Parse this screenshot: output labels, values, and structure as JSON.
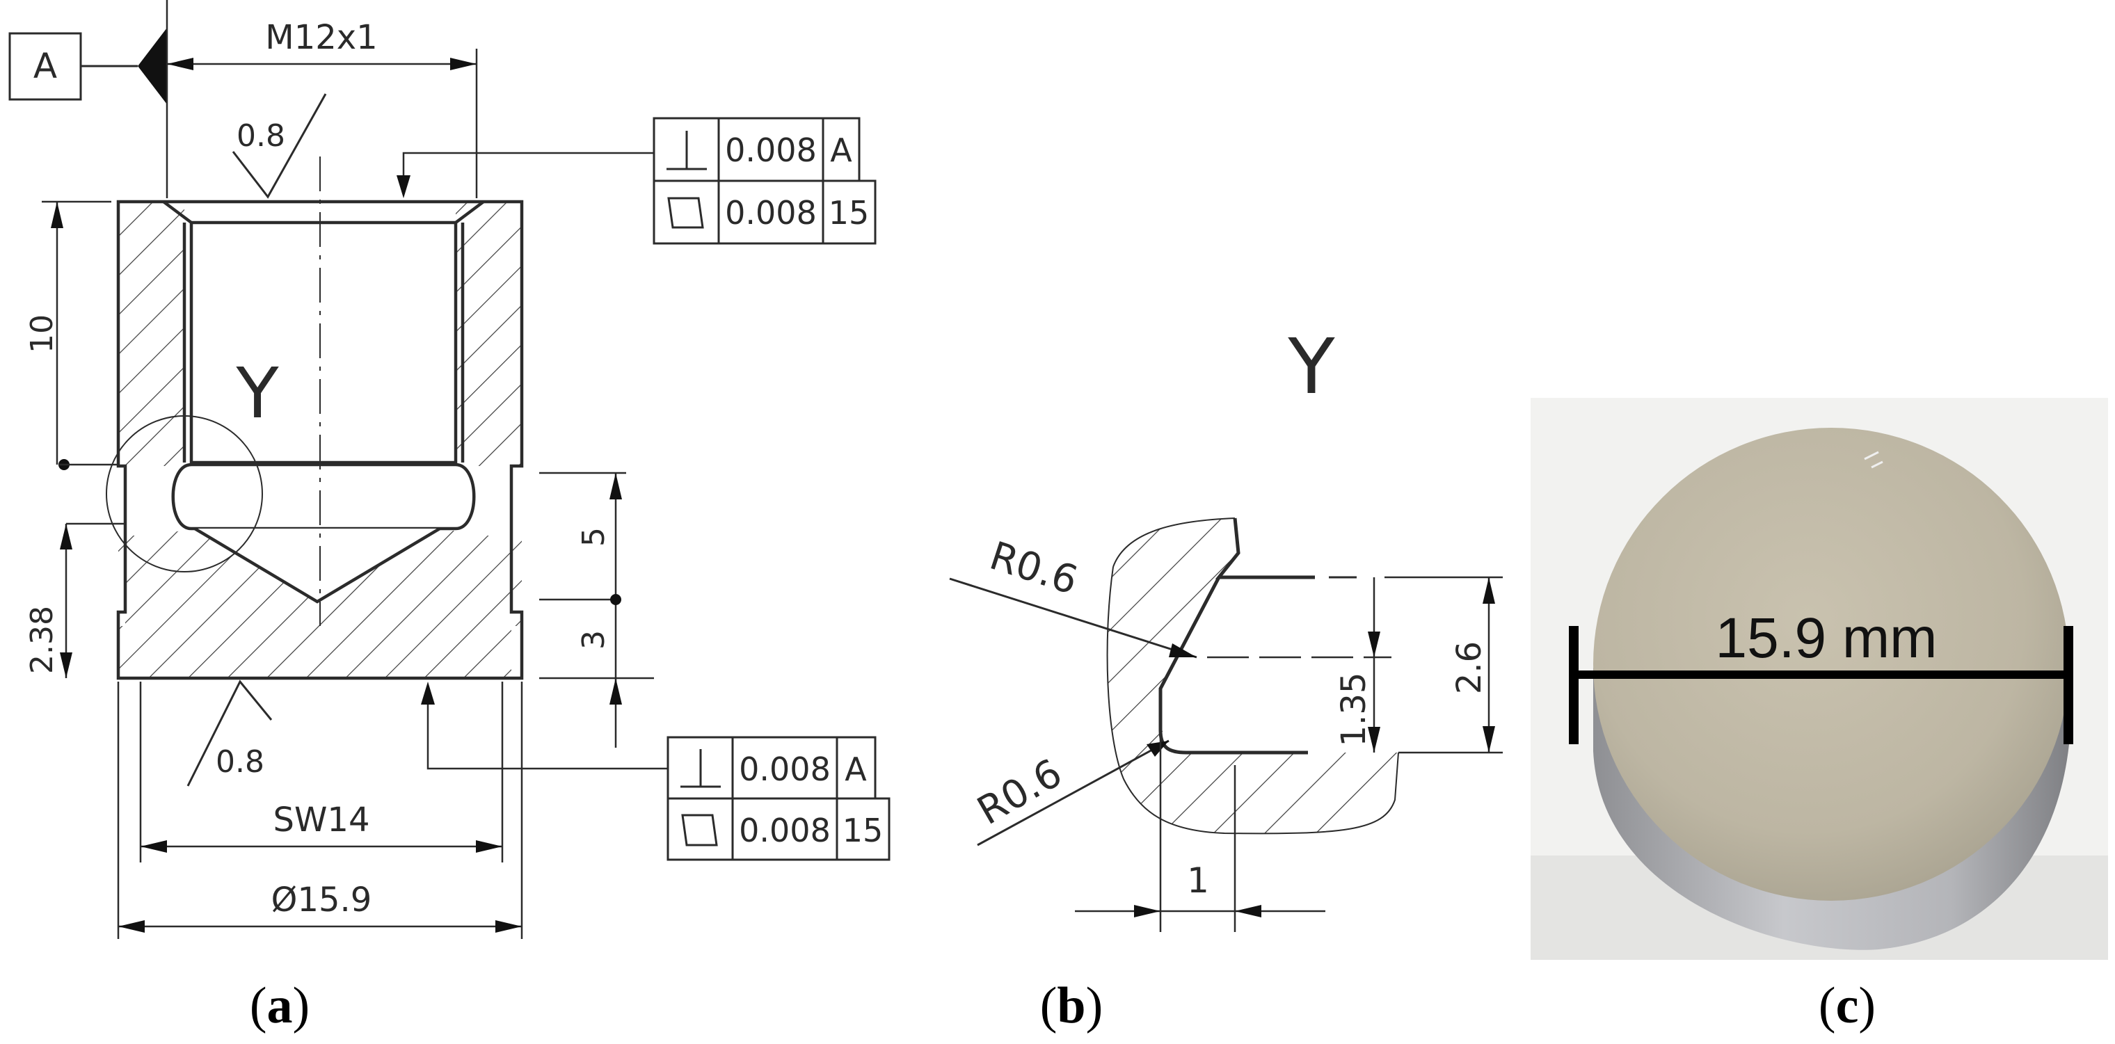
{
  "figure_a": {
    "datum_letter": "A",
    "thread_label": "M12x1",
    "roughness_top": "0.8",
    "roughness_bottom": "0.8",
    "detail_marker": "Y",
    "dim_height_10": "10",
    "dim_height_238": "2.38",
    "dim_5": "5",
    "dim_3": "3",
    "wrench_label": "SW14",
    "diameter_label": "Ø15.9",
    "fcf_top": {
      "row1": {
        "symbol": "perpendicularity-icon",
        "tolerance": "0.008",
        "datum": "A"
      },
      "row2": {
        "symbol": "flatness-icon",
        "tolerance": "0.008",
        "datum": "15"
      }
    },
    "fcf_bottom": {
      "row1": {
        "symbol": "perpendicularity-icon",
        "tolerance": "0.008",
        "datum": "A"
      },
      "row2": {
        "symbol": "flatness-icon",
        "tolerance": "0.008",
        "datum": "15"
      }
    }
  },
  "figure_b": {
    "title": "Y",
    "radius_top": "R0.6",
    "radius_bottom": "R0.6",
    "dim_26": "2.6",
    "dim_135": "1.35",
    "dim_1": "1"
  },
  "figure_c": {
    "measurement_label": "15.9 mm",
    "colors": {
      "disc_face": "#c2bba8",
      "background": "#f3f3f1",
      "bar": "#000000"
    }
  },
  "captions": {
    "a": "(a)",
    "b": "(b)",
    "c": "(c)"
  }
}
